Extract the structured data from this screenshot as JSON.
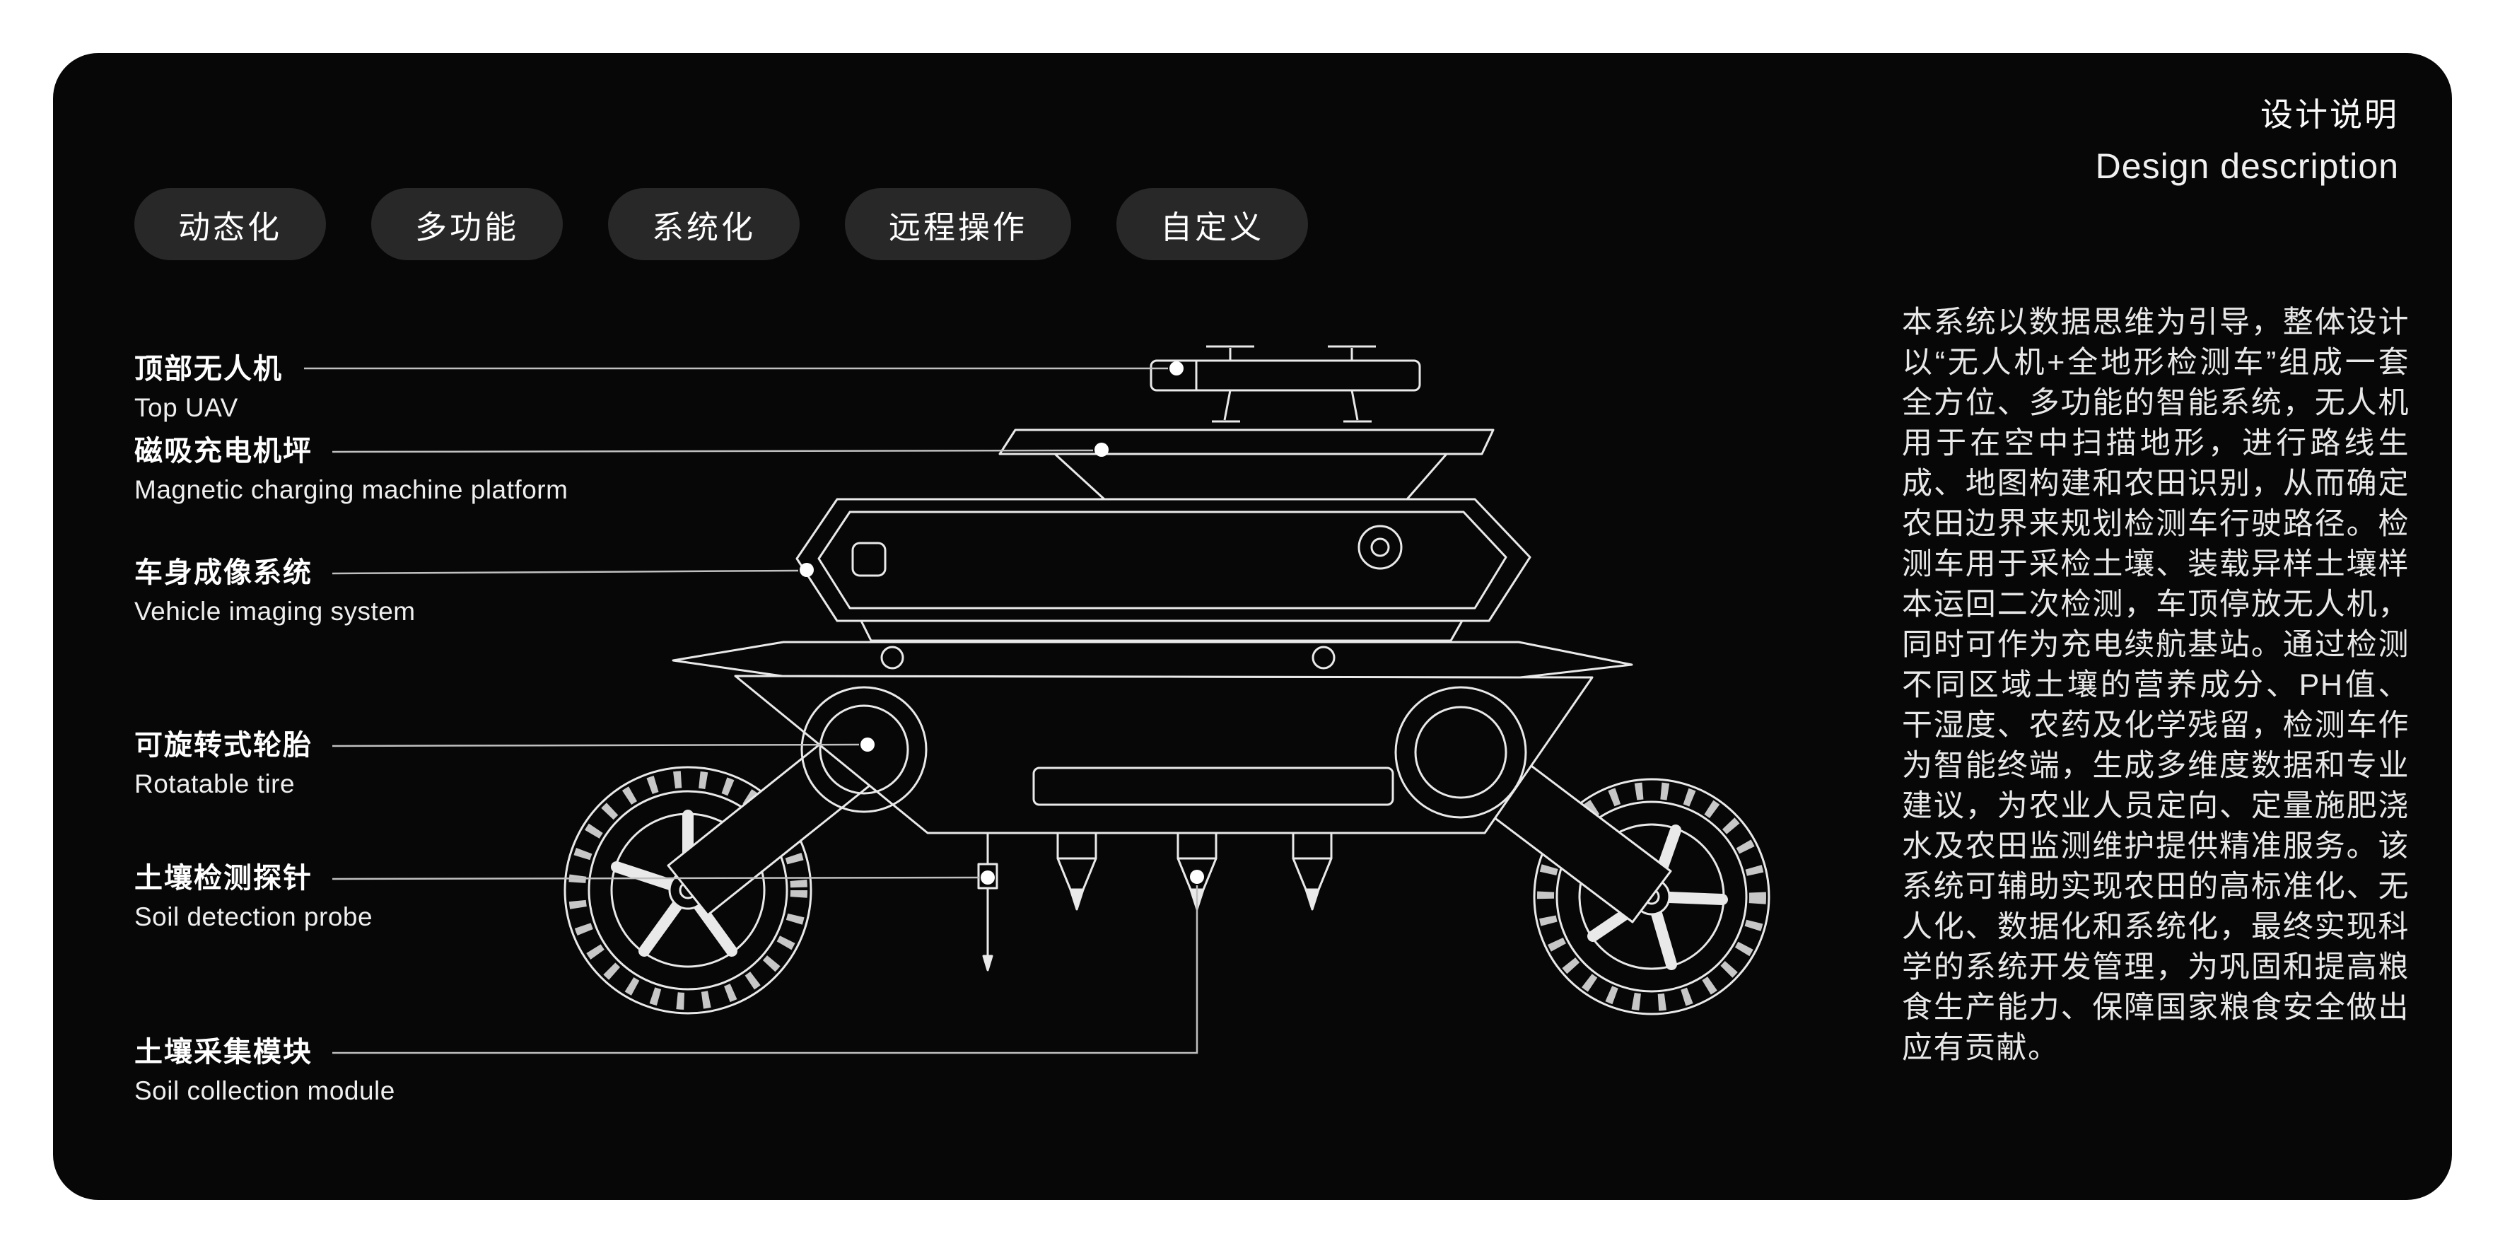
{
  "header": {
    "title_zh": "设计说明",
    "title_en": "Design description"
  },
  "tags": [
    {
      "label": "动态化"
    },
    {
      "label": "多功能"
    },
    {
      "label": "系统化"
    },
    {
      "label": "远程操作"
    },
    {
      "label": "自定义"
    }
  ],
  "callouts": [
    {
      "zh": "顶部无人机",
      "en": "Top UAV"
    },
    {
      "zh": "磁吸充电机坪",
      "en": "Magnetic charging machine platform"
    },
    {
      "zh": "车身成像系统",
      "en": "Vehicle imaging system"
    },
    {
      "zh": "可旋转式轮胎",
      "en": "Rotatable tire"
    },
    {
      "zh": "土壤检测探针",
      "en": "Soil detection probe"
    },
    {
      "zh": "土壤采集模块",
      "en": "Soil collection module"
    }
  ],
  "description": "本系统以数据思维为引导，整体设计以“无人机+全地形检测车”组成一套全方位、多功能的智能系统，无人机用于在空中扫描地形，进行路线生成、地图构建和农田识别，从而确定农田边界来规划检测车行驶路径。检测车用于采检土壤、装载异样土壤样本运回二次检测，车顶停放无人机，同时可作为充电续航基站。通过检测不同区域土壤的营养成分、PH值、干湿度、农药及化学残留，检测车作为智能终端，生成多维度数据和专业建议，为农业人员定向、定量施肥浇水及农田监测维护提供精准服务。该系统可辅助实现农田的高标准化、无人化、数据化和系统化，最终实现科学的系统开发管理，为巩固和提高粮食生产能力、保障国家粮食安全做出应有贡献。",
  "colors": {
    "panel_bg": "#070707",
    "pill_bg": "#282828",
    "line_art": "#e9e9e9",
    "leader_line": "#c0c0c0",
    "text_light": "#e8e8e8"
  }
}
